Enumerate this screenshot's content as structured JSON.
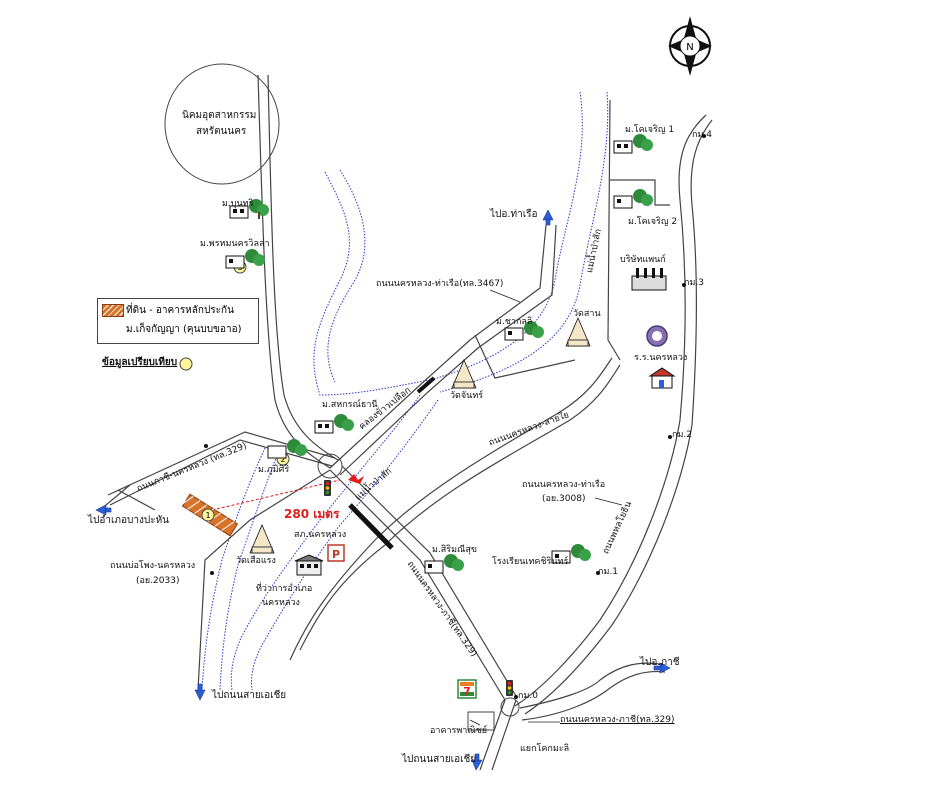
{
  "colors": {
    "road": "#444444",
    "river": "#2b35c9",
    "landmark_red": "#e21b1b",
    "legend_swatch": "#d9732a",
    "info_dot": "#fff59a",
    "route_arrow": "#2b5fd9",
    "tree": "#2e8b3a"
  },
  "industrial_estate": {
    "line1": "นิคมอุตสาหกรรม",
    "line2": "สหรัตนนคร"
  },
  "legend": {
    "item_label": "ที่ดิน - อาคารหลักประกัน",
    "item_sub": "ม.เก็จกัญญา (คุนบบขอาอ)",
    "info_label": "ข้อมูลเปรียบเทียบ"
  },
  "compass": {
    "letter": "N"
  },
  "labels": {
    "ban_bunniri": "ม.บุนทริ",
    "ban_nakhon_luang": "ม.พรหมนครวิลล่า",
    "ban_cheroen_1": "ม.โคเจริญ 1",
    "ban_cheroen_2": "ม.โคเจริญ 2",
    "company": "บริษัทแพนก์",
    "district_office": "ร.ร.นครหลวง",
    "ban_tha_ruea_left": "ม.ชากลลิ",
    "wat_right": "วัดสาน",
    "wat_center": "วัดจันทร์",
    "ban_sahakorn": "ม.สหกรณ์ธานี",
    "ban_phumi": "ม.ภูมิศิริ",
    "wat_left": "วัดเสือแรง",
    "police": "สภ.นครหลวง",
    "district_office_2": "ที่ว่าการอำเภอ",
    "district_office_2b": "นครหลวง",
    "ban_sirin": "ม.สิริมณีสุข",
    "school": "โรงเรียนเทคชิรินทร์",
    "shop": "อาคารพาณิชย์",
    "intersection": "แยกโคกมะลิ",
    "to_tha_ruea": "ไปอ.ท่าเรือ",
    "to_bang_pa_han": "ไปอำเภอบางปะหัน",
    "to_sai_asia_left": "ไปถนนสายเอเชีย",
    "to_sai_asia_bottom": "ไปถนนสายเอเชีย",
    "to_phachi": "ไปอ.ภาชี",
    "distance": "280 เมตร",
    "road_nakhon_tha_ruea": "ถนนนครหลวง-ท่าเรือ(ทล.3467)",
    "road_phachi_nakhon_left": "ถนนภาชี-นครหลวง (ทล.329)",
    "road_bo_phong_1": "ถนนบ่อโพง-นครหลวง",
    "road_bo_phong_2": "(อย.2033)",
    "road_nakhon_sai_yai": "ถนนนครหลวง-สายใย",
    "road_nakhon_tha_ruea_2a": "ถนนนครหลวง-ท่าเรือ",
    "road_nakhon_tha_ruea_2b": "(อย.3008)",
    "road_nakhon_phachi_diag": "ถนนนครหลวง-ภาชี(ทล.329)",
    "road_nakhon_phachi_bottom": "ถนนนครหลวง-ภาชี(ทล.329)",
    "road_river_side": "คลองข้าวเปลือก",
    "river_pasak": "แม่น้ำป่าสัก",
    "river_top": "แม่น้ำป่าสัก",
    "road_east": "ถนนพหลโยธิน",
    "km_4": "กม.4",
    "km_3": "กม.3",
    "km_2": "กม.2",
    "km_1": "กม.1",
    "km_0": "กม.0",
    "badge_1": "1",
    "badge_2": "2",
    "badge_3": "3",
    "shop_sign": "7",
    "police_sign": "P"
  }
}
